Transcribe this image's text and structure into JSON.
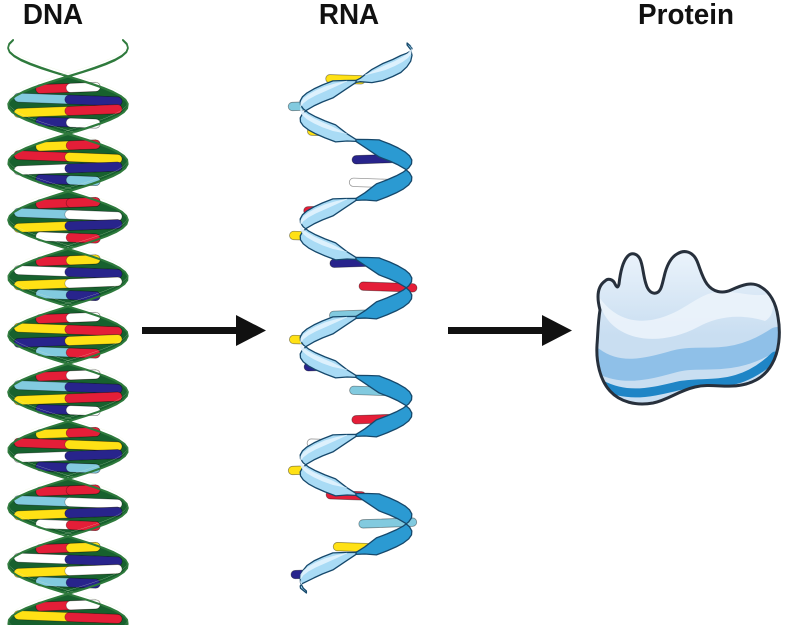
{
  "labels": {
    "dna": "DNA",
    "rna": "RNA",
    "protein": "Protein"
  },
  "arrows": [
    {
      "name": "transcription-arrow",
      "from": "DNA",
      "to": "RNA"
    },
    {
      "name": "translation-arrow",
      "from": "RNA",
      "to": "Protein"
    }
  ],
  "colors": {
    "background": "#ffffff",
    "label_text": "#111111",
    "arrow": "#111111",
    "dna_ribbon": "#93c883",
    "dna_ribbon_highlight": "#ddeecb",
    "dna_ribbon_edge": "#2e7a3c",
    "dna_inner": "#17612e",
    "rna_front": "#a9dbf5",
    "rna_front_highlight": "#e2f3fe",
    "rna_back": "#2b9ad2",
    "rna_edge": "#16486b",
    "base_red": "#e41e38",
    "base_yellow": "#ffe115",
    "base_navy": "#28248c",
    "base_cyan": "#82cadf",
    "base_white": "#ffffff",
    "protein_top": "#ebf3fb",
    "protein_base": "#c9def1",
    "protein_mid": "#8fc0e8",
    "protein_stripe": "#1f85c6",
    "protein_outline": "#27303c"
  },
  "dna": {
    "rung_pairs": [
      [
        "red",
        "white"
      ],
      [
        "cyan",
        "navy"
      ],
      [
        "yellow",
        "red"
      ],
      [
        "navy",
        "white"
      ],
      [
        "yellow",
        "red"
      ],
      [
        "red",
        "yellow"
      ],
      [
        "white",
        "navy"
      ],
      [
        "navy",
        "cyan"
      ],
      [
        "red",
        "red"
      ],
      [
        "cyan",
        "white"
      ],
      [
        "yellow",
        "navy"
      ],
      [
        "white",
        "red"
      ],
      [
        "red",
        "yellow"
      ],
      [
        "white",
        "navy"
      ],
      [
        "yellow",
        "white"
      ],
      [
        "cyan",
        "navy"
      ],
      [
        "red",
        "white"
      ],
      [
        "yellow",
        "red"
      ],
      [
        "navy",
        "yellow"
      ],
      [
        "cyan",
        "red"
      ]
    ]
  },
  "rna": {
    "rung_colors": [
      "yellow",
      "cyan",
      "yellow",
      "navy",
      "white",
      "red",
      "yellow",
      "navy",
      "red",
      "cyan",
      "yellow",
      "navy",
      "cyan",
      "red",
      "white",
      "yellow",
      "red",
      "cyan",
      "yellow",
      "navy"
    ]
  }
}
